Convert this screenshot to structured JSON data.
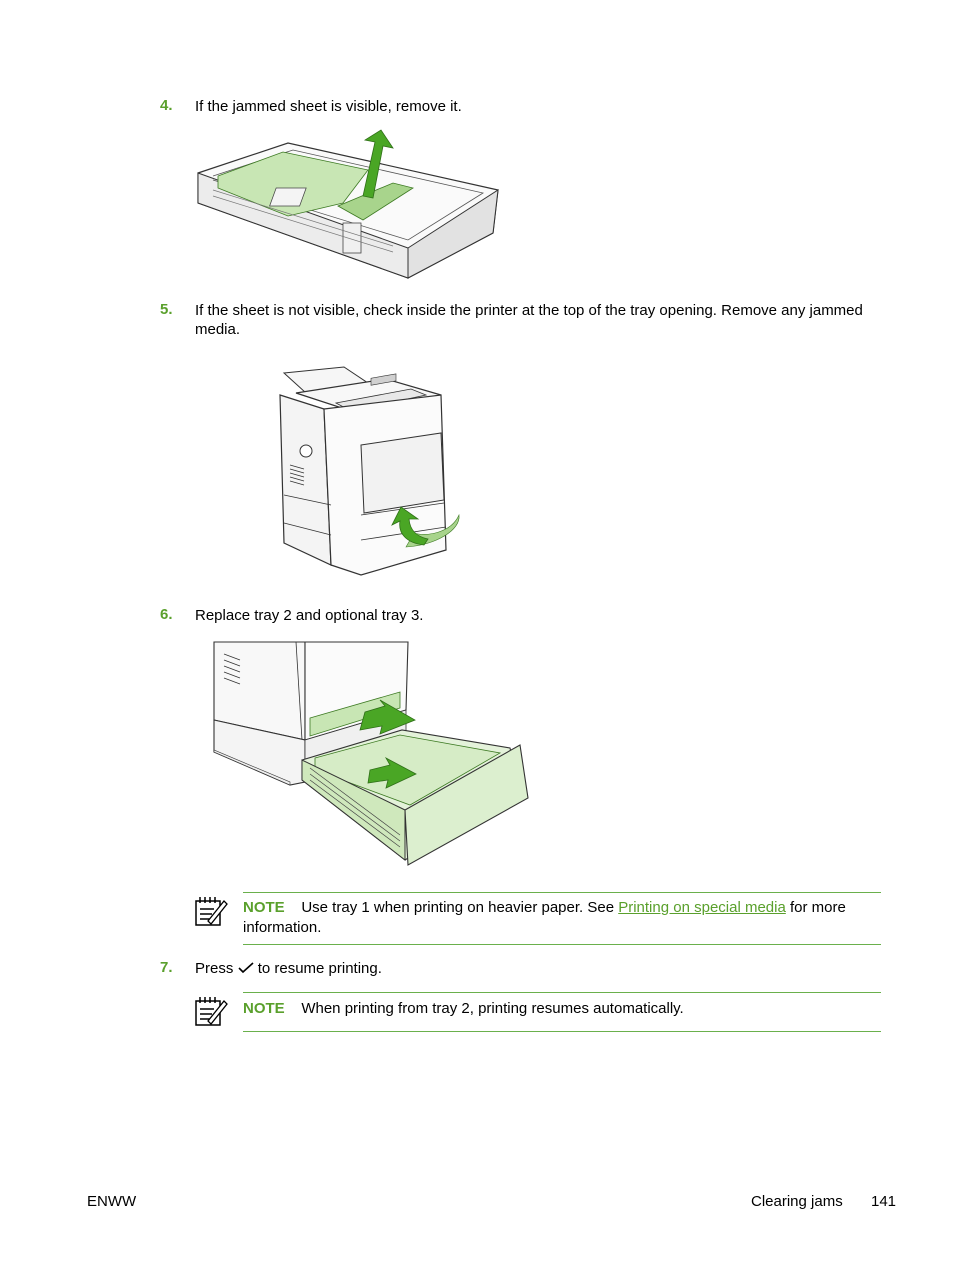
{
  "steps": [
    {
      "num": "4.",
      "text": "If the jammed sheet is visible, remove it."
    },
    {
      "num": "5.",
      "text": "If the sheet is not visible, check inside the printer at the top of the tray opening. Remove any jammed media."
    },
    {
      "num": "6.",
      "text": "Replace tray 2 and optional tray 3."
    },
    {
      "num": "7.",
      "text_before": "Press",
      "text_after": "to resume printing."
    }
  ],
  "notes": [
    {
      "label": "NOTE",
      "text_before": "Use tray 1 when printing on heavier paper. See",
      "link": "Printing on special media",
      "text_after": "for more information."
    },
    {
      "label": "NOTE",
      "text": "When printing from tray 2, printing resumes automatically."
    }
  ],
  "footer": {
    "left": "ENWW",
    "section": "Clearing jams",
    "page": "141"
  },
  "colors": {
    "accent": "#5aa02c",
    "paper_green": "#c8e6b4",
    "arrow_green": "#4aa625"
  },
  "icons": [
    "note-icon",
    "checkmark-icon"
  ]
}
